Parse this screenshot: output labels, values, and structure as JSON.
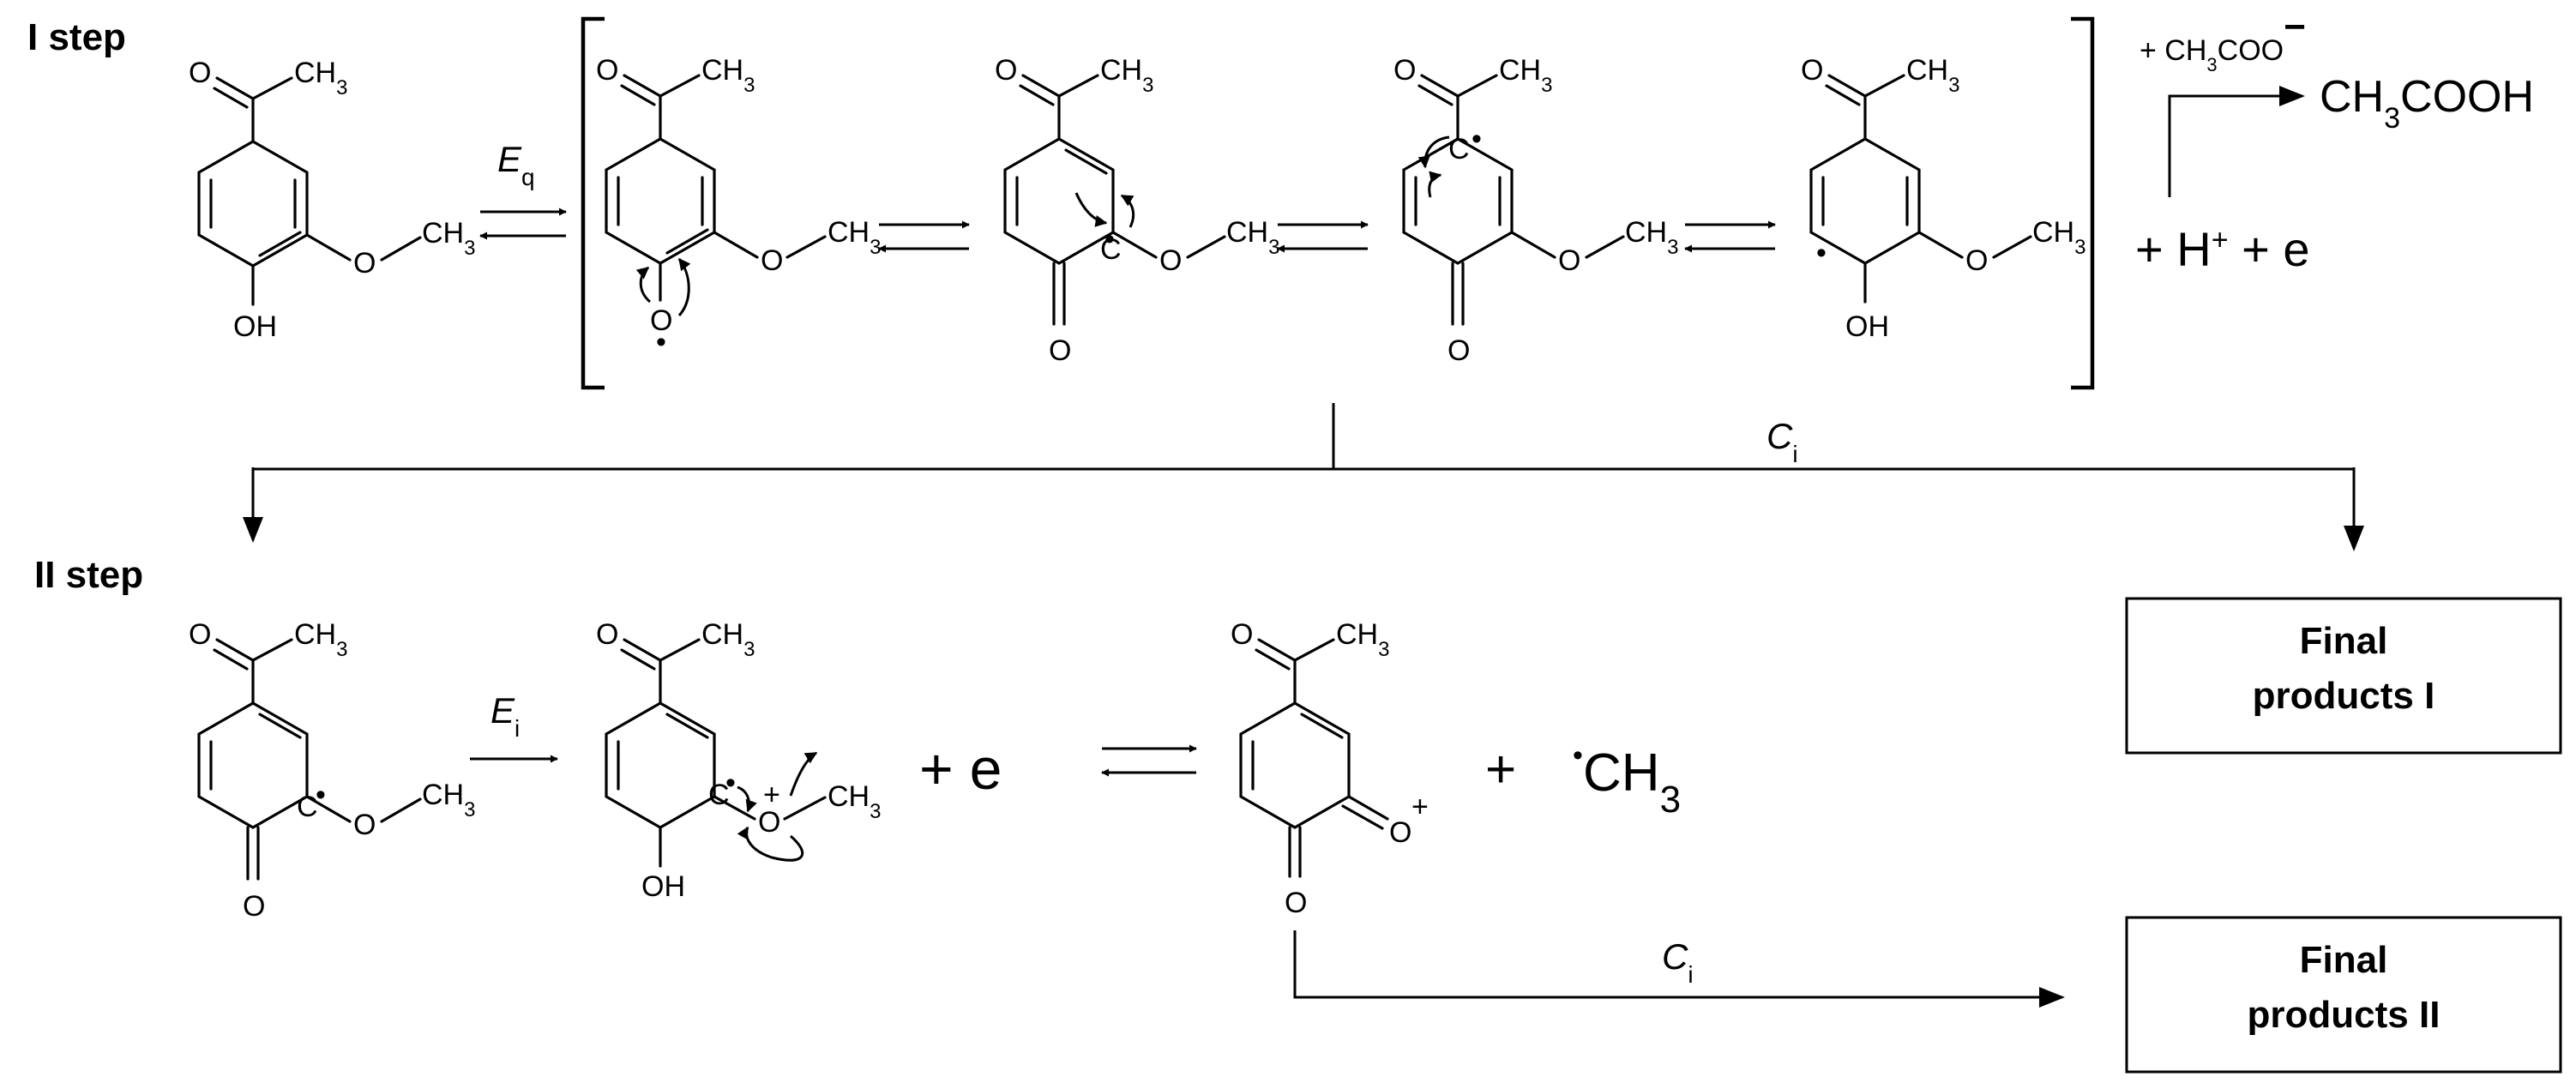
{
  "labels": {
    "step_1": "I step",
    "step_2": "II step",
    "eq": "E",
    "eq_sub": "q",
    "ei": "E",
    "ei_sub": "i",
    "ci": "C",
    "ci_sub": "i",
    "acetate_plus": "+ CH",
    "acetate_sub": "3",
    "acetate_tail": "COO",
    "acetate_charge": "−",
    "acetic_1": "CH",
    "acetic_sub": "3",
    "acetic_2": "COOH",
    "h_plus_e": "+ H",
    "h_plus_sup": "+",
    "h_plus_tail": " + e",
    "plus_e": "+ e",
    "plus": "+",
    "methyl": "CH",
    "methyl_sub": "3",
    "final_1_line1": "Final",
    "final_1_line2": "products I",
    "final_2_line1": "Final",
    "final_2_line2": "products II"
  },
  "atoms": {
    "o": "O",
    "ch3": "CH",
    "ch3_sub": "3",
    "oh": "OH",
    "c": "C",
    "radical": "•",
    "plus": "+"
  }
}
